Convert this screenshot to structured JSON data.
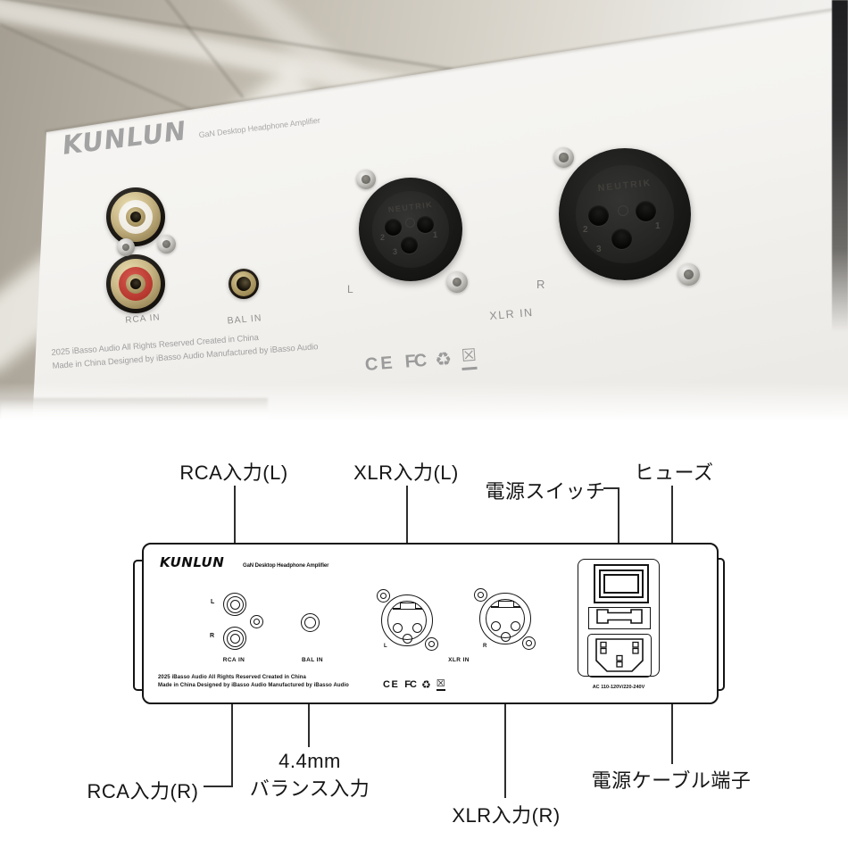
{
  "colors": {
    "rca_red": "#c4423a",
    "gold": "#c9b286",
    "panel_line": "#141414",
    "photo_text": "#8f8f8f"
  },
  "photo": {
    "logo": "KUNLUN",
    "tagline": "GaN Desktop Headphone Amplifier",
    "labels": {
      "rca_in": "RCA IN",
      "bal_in": "BAL IN",
      "xlr_in": "XLR IN",
      "left": "L",
      "right": "R"
    },
    "xlr": {
      "brand": "NEUTRIK",
      "pin1": "1",
      "pin2": "2",
      "pin3": "3"
    },
    "copyright1": "2025 iBasso Audio All Rights Reserved Created in China",
    "copyright2": "Made in China  Designed by iBasso Audio Manufactured by iBasso Audio",
    "certs": [
      {
        "name": "ce-mark",
        "glyph": "CE"
      },
      {
        "name": "fcc-mark",
        "glyph": "FC"
      },
      {
        "name": "recycle-mark",
        "glyph": "♻"
      },
      {
        "name": "weee-mark",
        "glyph": "☒"
      }
    ]
  },
  "diagram": {
    "callouts": {
      "rca_l": "RCA入力(L)",
      "xlr_l": "XLR入力(L)",
      "power_switch": "電源スイッチ",
      "fuse": "ヒューズ",
      "rca_r": "RCA入力(R)",
      "bal_line1": "4.4mm",
      "bal_line2": "バランス入力",
      "xlr_r": "XLR入力(R)",
      "power_inlet": "電源ケーブル端子"
    },
    "panel": {
      "logo": "KUNLUN",
      "tagline": "GaN Desktop Headphone Amplifier",
      "rca": {
        "left": "L",
        "right": "R",
        "label": "RCA IN"
      },
      "bal_label": "BAL IN",
      "xlr": {
        "left": "L",
        "right": "R",
        "label": "XLR IN"
      },
      "ac_rating": "AC 110-120V/220-240V",
      "copyright1": "2025 iBasso Audio All Rights Reserved Created in China",
      "copyright2": "Made in China  Designed by iBasso Audio Manufactured by iBasso Audio",
      "certs": [
        {
          "name": "ce-mark",
          "glyph": "CE"
        },
        {
          "name": "fcc-mark",
          "glyph": "FC"
        },
        {
          "name": "recycle-mark",
          "glyph": "♻"
        },
        {
          "name": "weee-mark",
          "glyph": "☒"
        }
      ]
    }
  }
}
